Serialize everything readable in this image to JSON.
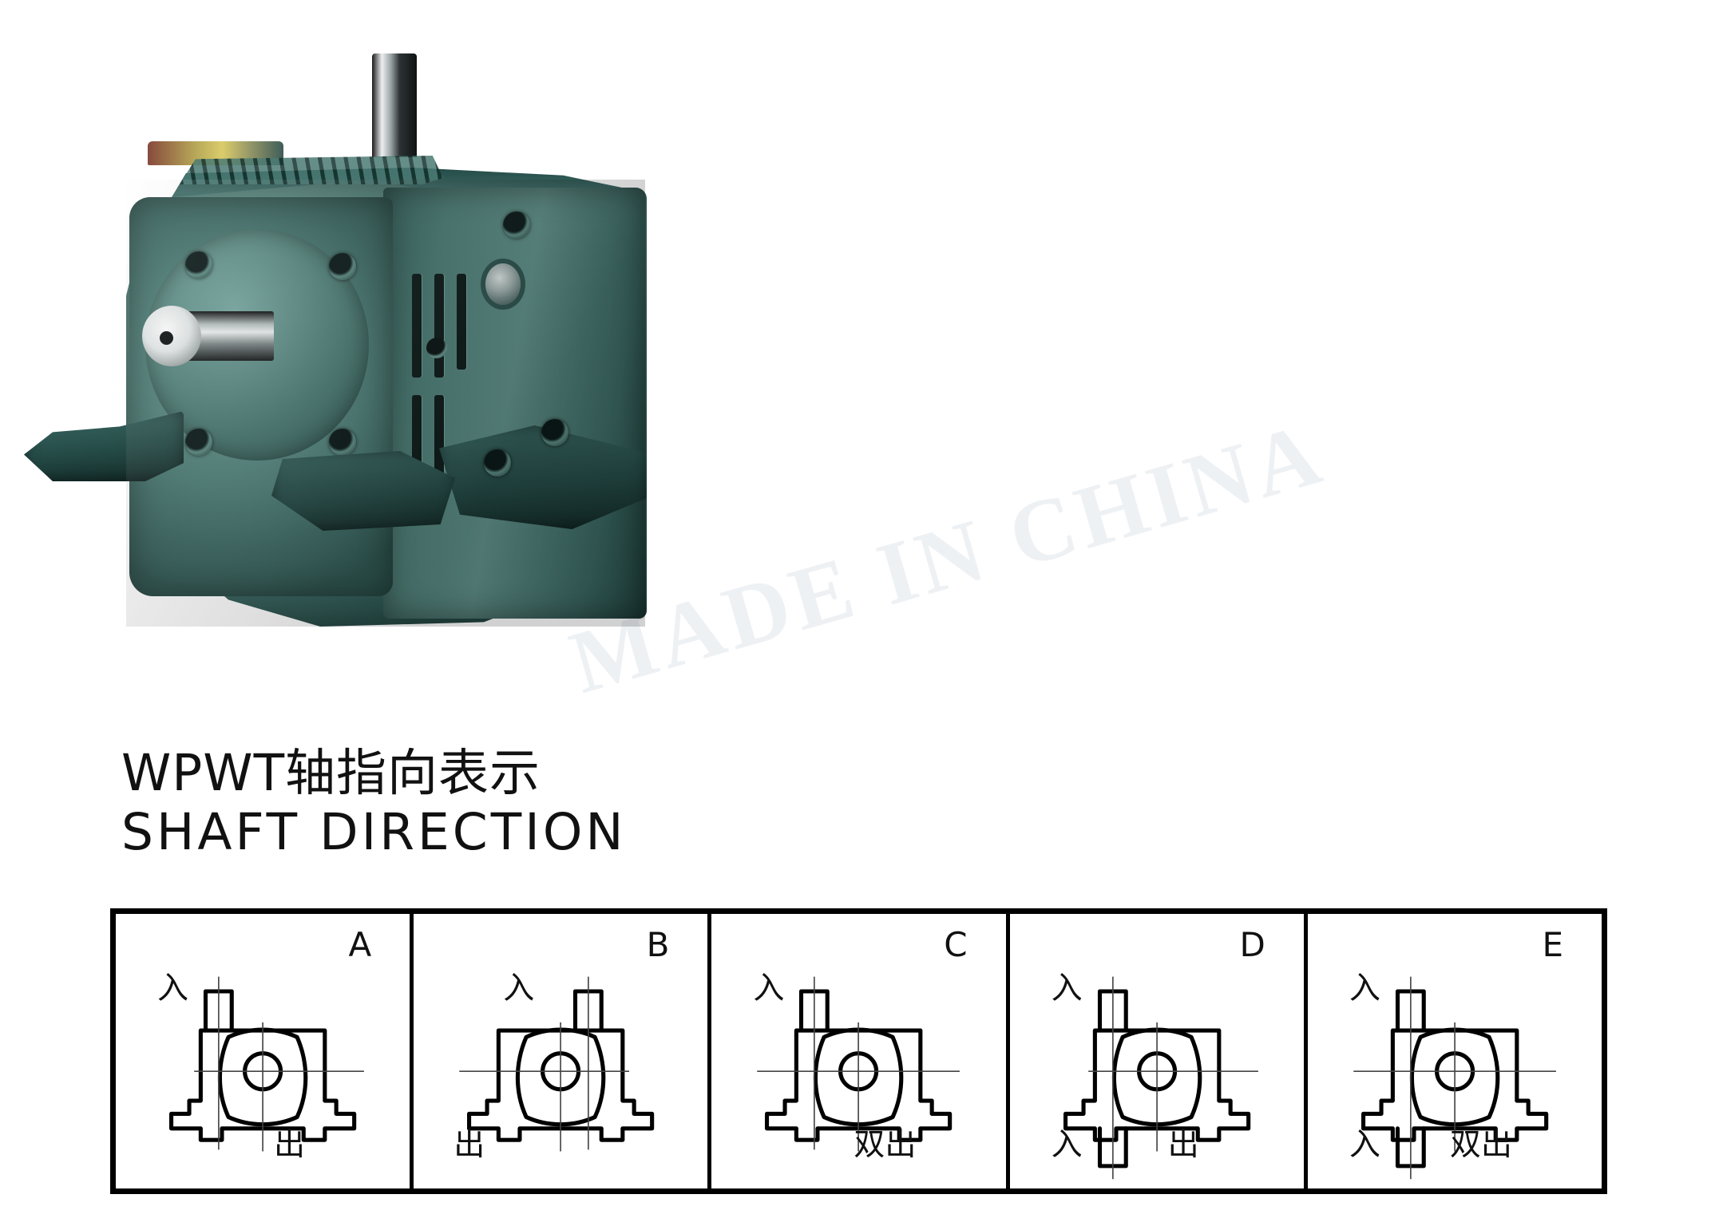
{
  "photo": {
    "alt_name": "wpwt-worm-gear-reducer-photo",
    "body_color": "#4d7d76",
    "shaft_color": "#c9d1d1",
    "watermark_text": "MADE IN CHINA"
  },
  "heading": {
    "chinese": "WPWT轴指向表示",
    "english": "SHAFT DIRECTION"
  },
  "shaft_table": {
    "label_in": "入",
    "label_out": "出",
    "label_double_out": "双出",
    "cells": [
      {
        "letter": "A",
        "input_top": "入",
        "input_bottom": "",
        "output_label": "出",
        "input_side": "left",
        "output_side": "right",
        "double_output": false,
        "bottom_input": false
      },
      {
        "letter": "B",
        "input_top": "入",
        "input_bottom": "",
        "output_label": "出",
        "input_side": "right",
        "output_side": "left",
        "double_output": false,
        "bottom_input": false
      },
      {
        "letter": "C",
        "input_top": "入",
        "input_bottom": "",
        "output_label": "双出",
        "input_side": "left",
        "output_side": "right",
        "double_output": true,
        "bottom_input": false
      },
      {
        "letter": "D",
        "input_top": "入",
        "input_bottom": "入",
        "output_label": "出",
        "input_side": "left",
        "output_side": "right",
        "double_output": false,
        "bottom_input": true
      },
      {
        "letter": "E",
        "input_top": "入",
        "input_bottom": "入",
        "output_label": "双出",
        "input_side": "left",
        "output_side": "right",
        "double_output": true,
        "bottom_input": true
      }
    ]
  },
  "colors": {
    "ink": "#000000",
    "paper": "#ffffff",
    "gearbox_teal": "#4d7d76"
  }
}
